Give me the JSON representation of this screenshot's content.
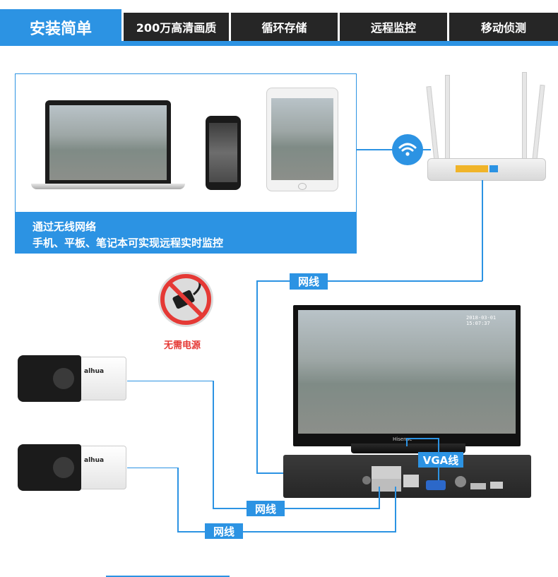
{
  "tabs": {
    "main": "安装简单",
    "items": [
      "200万高清画质",
      "循环存储",
      "远程监控",
      "移动侦测"
    ]
  },
  "panel": {
    "line1": "通过无线网络",
    "line2": "手机、平板、笔记本可实现远程实时监控"
  },
  "labels": {
    "cable_top": "网线",
    "cable_mid": "网线",
    "cable_bottom": "网线",
    "vga": "VGA线",
    "no_power": "无需电源"
  },
  "monitor": {
    "timestamp": "2018-03-01 15:07:37",
    "brand": "Hisense"
  },
  "camera_brand": "alhua",
  "colors": {
    "accent": "#2c93e3",
    "dark": "#262626",
    "warn": "#e53935"
  },
  "icons": [
    "wifi-icon",
    "router-icon",
    "laptop-icon",
    "phone-icon",
    "tablet-icon",
    "camera-icon",
    "nvr-icon",
    "no-power-icon"
  ]
}
